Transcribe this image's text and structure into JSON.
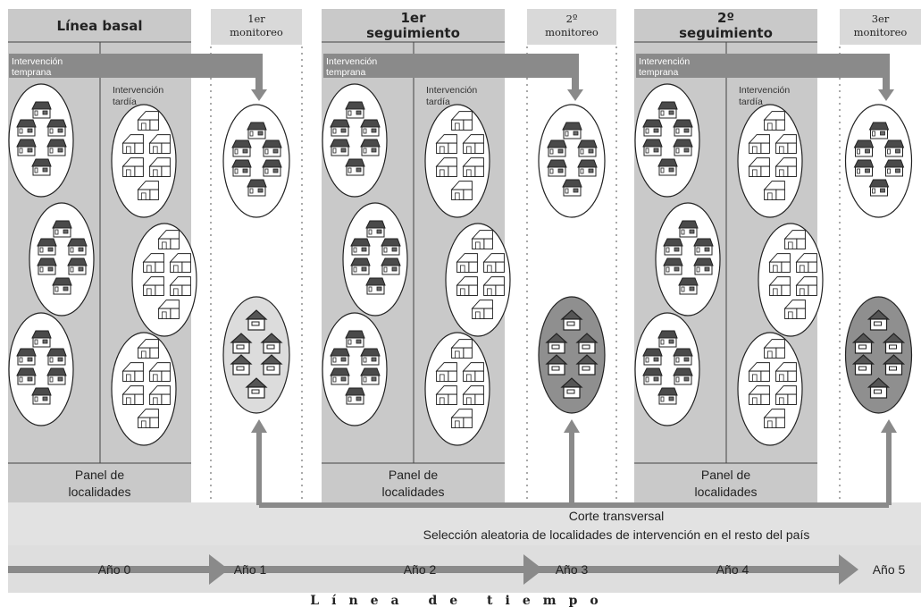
{
  "colors": {
    "panel_fill": "#c9c9c9",
    "band_fill": "#e2e2e2",
    "arrow": "#8a8a8a",
    "monitor_header": "#d9d9d9",
    "cluster_late_fill": "#dcdcdc",
    "cluster_dark_fill": "#8f8f8f"
  },
  "icons": {
    "house": "house-icon",
    "house_large": "house-large-icon",
    "cluster": "locality-cluster-icon"
  },
  "panels": [
    {
      "title": "Línea basal",
      "early_label": [
        "Intervención",
        "temprana"
      ],
      "late_label": [
        "Intervención",
        "tardía"
      ],
      "footer": [
        "Panel de",
        "localidades"
      ]
    },
    {
      "title": "1er seguimiento",
      "title_lines": [
        "1er",
        "seguimiento"
      ],
      "early_label": [
        "Intervención",
        "temprana"
      ],
      "late_label": [
        "Intervención",
        "tardía"
      ],
      "footer": [
        "Panel de",
        "localidades"
      ]
    },
    {
      "title": "2º seguimiento",
      "title_lines": [
        "2º",
        "seguimiento"
      ],
      "early_label": [
        "Intervención",
        "temprana"
      ],
      "late_label": [
        "Intervención",
        "tardía"
      ],
      "footer": [
        "Panel de",
        "localidades"
      ]
    }
  ],
  "monitors": [
    {
      "title": [
        "1er",
        "monitoreo"
      ]
    },
    {
      "title": [
        "2º",
        "monitoreo"
      ]
    },
    {
      "title": [
        "3er",
        "monitoreo"
      ]
    }
  ],
  "cross_section": {
    "title": "Corte transversal",
    "subtitle": "Selección aleatoria de localidades de intervención en el resto del país"
  },
  "years": [
    "Año 0",
    "Año 1",
    "Año 2",
    "Año 3",
    "Año 4",
    "Año 5"
  ],
  "timeline_label": "Línea de tiempo"
}
